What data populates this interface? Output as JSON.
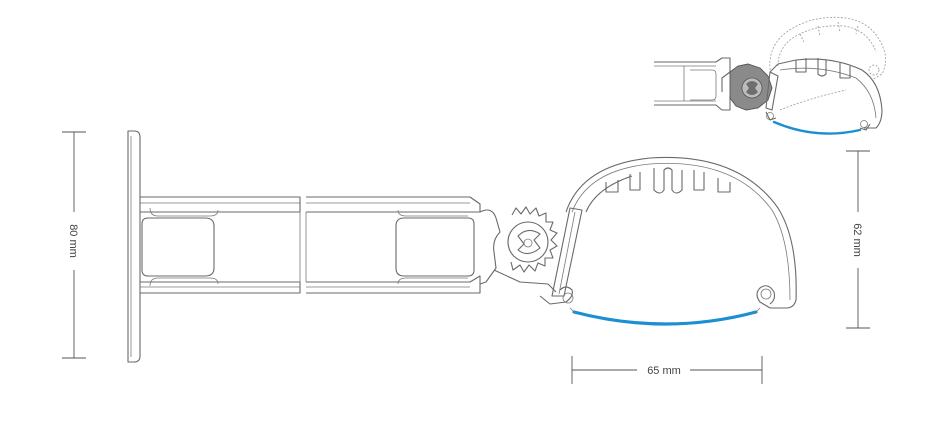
{
  "dimensions": {
    "height_left": "80 mm",
    "width_bottom": "65 mm",
    "height_right": "62 mm"
  },
  "colors": {
    "outline": "#6a6a6a",
    "diffuser": "#1b8fd1",
    "hinge_fill": "#8a8a8a",
    "ghost": "#9a9a9a"
  }
}
